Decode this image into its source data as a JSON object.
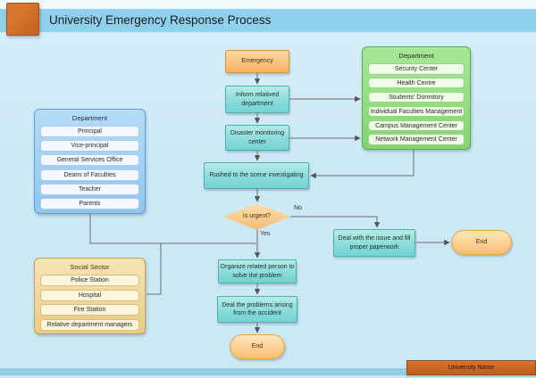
{
  "header": {
    "title": "University Emergency Response Process"
  },
  "footer": {
    "university_label": "University Name"
  },
  "flowchart": {
    "nodes": {
      "emergency": "Emergency",
      "inform": "Inform relatived department",
      "disaster": "Disaster monitoring center",
      "rushed": "Rushed to the scene investigating",
      "is_urgent": "Is urgent?",
      "organize": "Organize related person to solve the problem",
      "deal_problems": "Deal the problems arising from the accident",
      "deal_issue": "Deal with the issue and fill proper paperwork",
      "end_main": "End",
      "end_right": "End"
    },
    "labels": {
      "yes": "Yes",
      "no": "No"
    }
  },
  "panels": {
    "department_right": {
      "title": "Department",
      "items": [
        "Security Center",
        "Health Centre",
        "Students' Dormitory",
        "Individual Faculties Management",
        "Campus Management Center",
        "Network Management Center"
      ]
    },
    "department_left": {
      "title": "Department",
      "items": [
        "Principal",
        "Vice-principal",
        "General Services Office",
        "Deans of Faculties",
        "Teacher",
        "Parents"
      ]
    },
    "social_sector": {
      "title": "Social Sector",
      "items": [
        "Police Station",
        "Hospital",
        "Fire Station",
        "Relative department managers"
      ]
    }
  },
  "colors": {
    "header_bar": "#8ed1ec",
    "logo_orange": "#cf6b26",
    "canvas_bg": "#cde9f7",
    "teal_node": "#8adcda",
    "orange_node": "#f8b264",
    "green_panel": "#8edc80",
    "blue_panel": "#a6d2f6",
    "social_panel": "#eed9a0",
    "footer_bar": "#c8641f",
    "connector": "#666666"
  }
}
